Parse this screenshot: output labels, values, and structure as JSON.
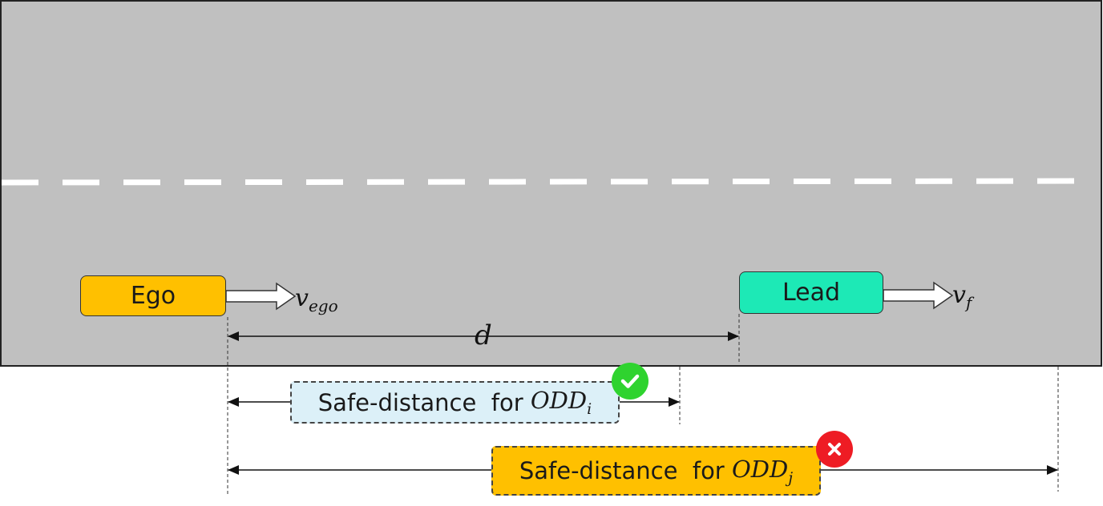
{
  "colors": {
    "road": "#c0c0c0",
    "lane_marking": "#ffffff",
    "ego": "#ffc000",
    "lead": "#1de9b6",
    "safe_i": "#dcf0f8",
    "safe_j": "#ffc000",
    "ok": "#2fd32f",
    "fail": "#ee1c24"
  },
  "vehicles": {
    "ego": {
      "label": "Ego",
      "velocity_symbol": "v",
      "velocity_subscript": "ego"
    },
    "lead": {
      "label": "Lead",
      "velocity_symbol": "v",
      "velocity_subscript": "f"
    }
  },
  "gap": {
    "label": "d"
  },
  "safe_distances": [
    {
      "prefix": "Safe-distance  for ",
      "math": "ODD",
      "subscript": "i",
      "status": "satisfied",
      "icon": "check-icon"
    },
    {
      "prefix": "Safe-distance  for ",
      "math": "ODD",
      "subscript": "j",
      "status": "violated",
      "icon": "cross-icon"
    }
  ]
}
